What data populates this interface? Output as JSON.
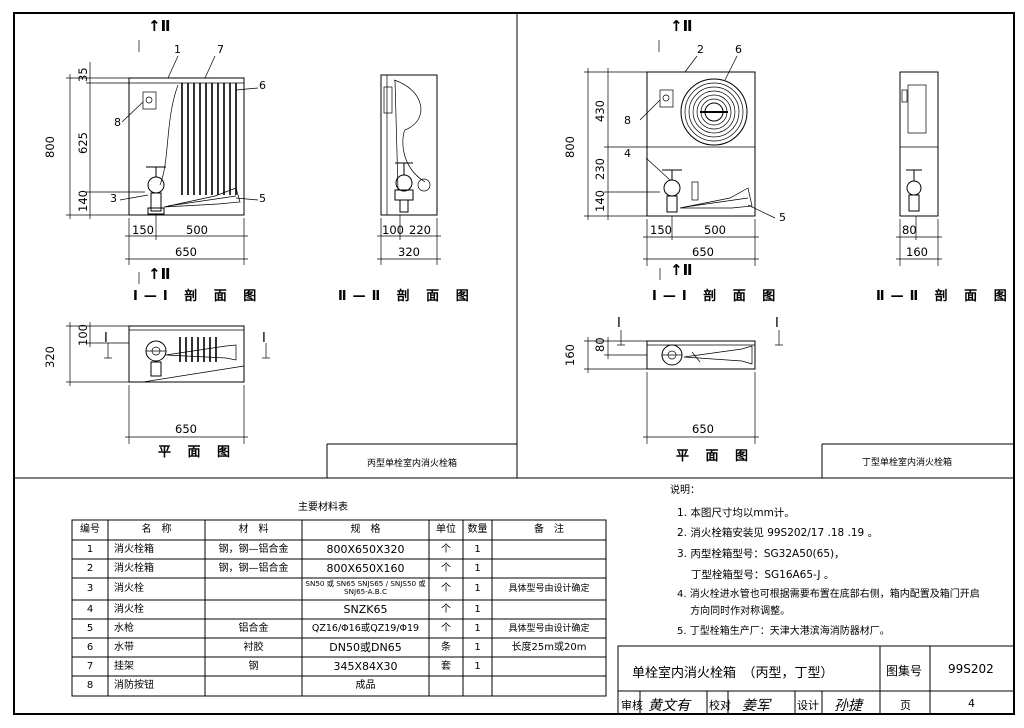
{
  "left_panel": {
    "section_marker": "↑Ⅱ",
    "section_marker_bottom": "↑Ⅱ",
    "callouts": [
      "1",
      "7",
      "6",
      "8",
      "3",
      "5"
    ],
    "dims": {
      "top": "35",
      "upper": "625",
      "total": "800",
      "lower": "140",
      "w150": "150",
      "w500": "500",
      "w650": "650",
      "r100": "100",
      "r220": "220",
      "r320": "320",
      "p320": "320",
      "p100": "100",
      "p650": "650"
    },
    "title_section1": "I—I 剖 面 图",
    "title_section2": "Ⅱ—Ⅱ 剖 面 图",
    "plan_title": "平 面 图",
    "plan_marker_left": "I",
    "plan_marker_right": "I",
    "label_box": "丙型单栓室内消火栓箱"
  },
  "right_panel": {
    "section_marker": "↑Ⅱ",
    "section_marker_bottom": "↑Ⅱ",
    "callouts": [
      "2",
      "6",
      "8",
      "4",
      "5"
    ],
    "dims": {
      "upper": "430",
      "total": "800",
      "mid": "230",
      "lower": "140",
      "w150": "150",
      "w500": "500",
      "w650": "650",
      "r80": "80",
      "r160": "160",
      "p160": "160",
      "p80": "80",
      "p650": "650"
    },
    "title_section1": "I—I 剖 面 图",
    "title_section2": "Ⅱ—Ⅱ 剖 面 图",
    "plan_title": "平 面 图",
    "plan_marker_left": "I",
    "plan_marker_right": "I",
    "label_box": "丁型单栓室内消火栓箱"
  },
  "materials": {
    "title": "主要材料表",
    "headers": [
      "编号",
      "名　称",
      "材　料",
      "规　格",
      "单位",
      "数量",
      "备　注"
    ],
    "rows": [
      [
        "1",
        "消火栓箱",
        "钢，钢—铝合金",
        "800X650X320",
        "个",
        "1",
        ""
      ],
      [
        "2",
        "消火栓箱",
        "钢，钢—铝合金",
        "800X650X160",
        "个",
        "1",
        ""
      ],
      [
        "3",
        "消火栓",
        "",
        "SN50 或 SN65 SNJS65 / SNJS50 或 SNJ65-A.B.C",
        "个",
        "1",
        "具体型号由设计确定"
      ],
      [
        "4",
        "消火栓",
        "",
        "SNZK65",
        "个",
        "1",
        ""
      ],
      [
        "5",
        "水枪",
        "铝合金",
        "QZ16/Φ16或QZ19/Φ19",
        "个",
        "1",
        "具体型号由设计确定"
      ],
      [
        "6",
        "水带",
        "衬胶",
        "DN50或DN65",
        "条",
        "1",
        "长度25m或20m"
      ],
      [
        "7",
        "挂架",
        "钢",
        "345X84X30",
        "套",
        "1",
        ""
      ],
      [
        "8",
        "消防按钮",
        "",
        "成品",
        "",
        "",
        ""
      ]
    ]
  },
  "notes": {
    "heading": "说明：",
    "items": [
      "1. 本图尺寸均以mm计。",
      "2. 消火栓箱安装见 99S202/17 .18 .19 。",
      "3. 丙型栓箱型号：SG32A50(65)，",
      "　 丁型栓箱型号：SG16A65-J 。",
      "4. 消火栓进水管也可根据需要布置在底部右侧，箱内配置及箱门开启",
      "　 方向同时作对称调整。",
      "5. 丁型栓箱生产厂：天津大港滨海消防器材厂。"
    ]
  },
  "title_block": {
    "drawing_title": "单栓室内消火栓箱　（丙型，丁型）",
    "atlas_label": "图集号",
    "atlas_no": "99S202",
    "review_label": "审核",
    "review_sign": "黄文有",
    "check_label": "校对",
    "check_sign": "姜军",
    "design_label": "设计",
    "design_sign": "孙捷",
    "page_label": "页",
    "page_no": "4"
  }
}
